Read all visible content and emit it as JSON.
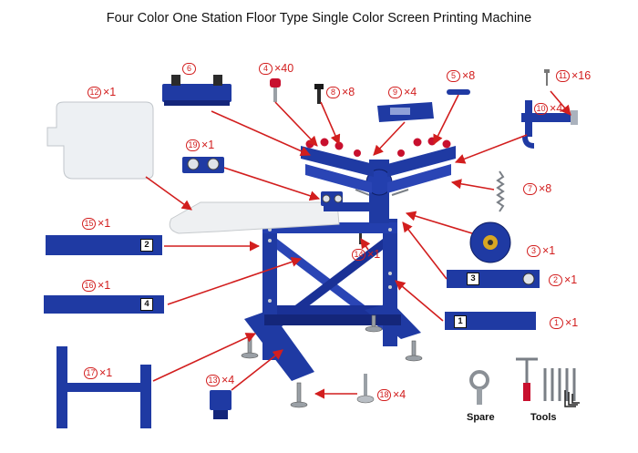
{
  "title": "Four Color One Station Floor Type Single Color Screen Printing Machine",
  "colors": {
    "frame": "#1f3aa3",
    "frame_dark": "#14267a",
    "arrow": "#d21e1e",
    "platen": "#e9ecef"
  },
  "parts": [
    {
      "id": "p1",
      "num": "1",
      "qty": "×1"
    },
    {
      "id": "p2",
      "num": "2",
      "qty": "×1"
    },
    {
      "id": "p3",
      "num": "3",
      "qty": "×1"
    },
    {
      "id": "p4",
      "num": "4",
      "qty": "×40"
    },
    {
      "id": "p5",
      "num": "5",
      "qty": "×8"
    },
    {
      "id": "p6",
      "num": "6",
      "qty": ""
    },
    {
      "id": "p7",
      "num": "7",
      "qty": "×8"
    },
    {
      "id": "p8",
      "num": "8",
      "qty": "×8"
    },
    {
      "id": "p9",
      "num": "9",
      "qty": "×4"
    },
    {
      "id": "p10",
      "num": "10",
      "qty": "×4"
    },
    {
      "id": "p11",
      "num": "11",
      "qty": "×16"
    },
    {
      "id": "p12",
      "num": "12",
      "qty": "×1"
    },
    {
      "id": "p13",
      "num": "13",
      "qty": "×4"
    },
    {
      "id": "p14",
      "num": "14",
      "qty": "×1"
    },
    {
      "id": "p15",
      "num": "15",
      "qty": "×1"
    },
    {
      "id": "p16",
      "num": "16",
      "qty": "×1"
    },
    {
      "id": "p17",
      "num": "17",
      "qty": "×1"
    },
    {
      "id": "p18",
      "num": "18",
      "qty": "×4"
    },
    {
      "id": "p19",
      "num": "19",
      "qty": "×1"
    }
  ],
  "tags": {
    "t1": "1",
    "t2": "2",
    "t3": "3",
    "t4": "4"
  },
  "extras": {
    "spare": "Spare",
    "tools": "Tools"
  }
}
